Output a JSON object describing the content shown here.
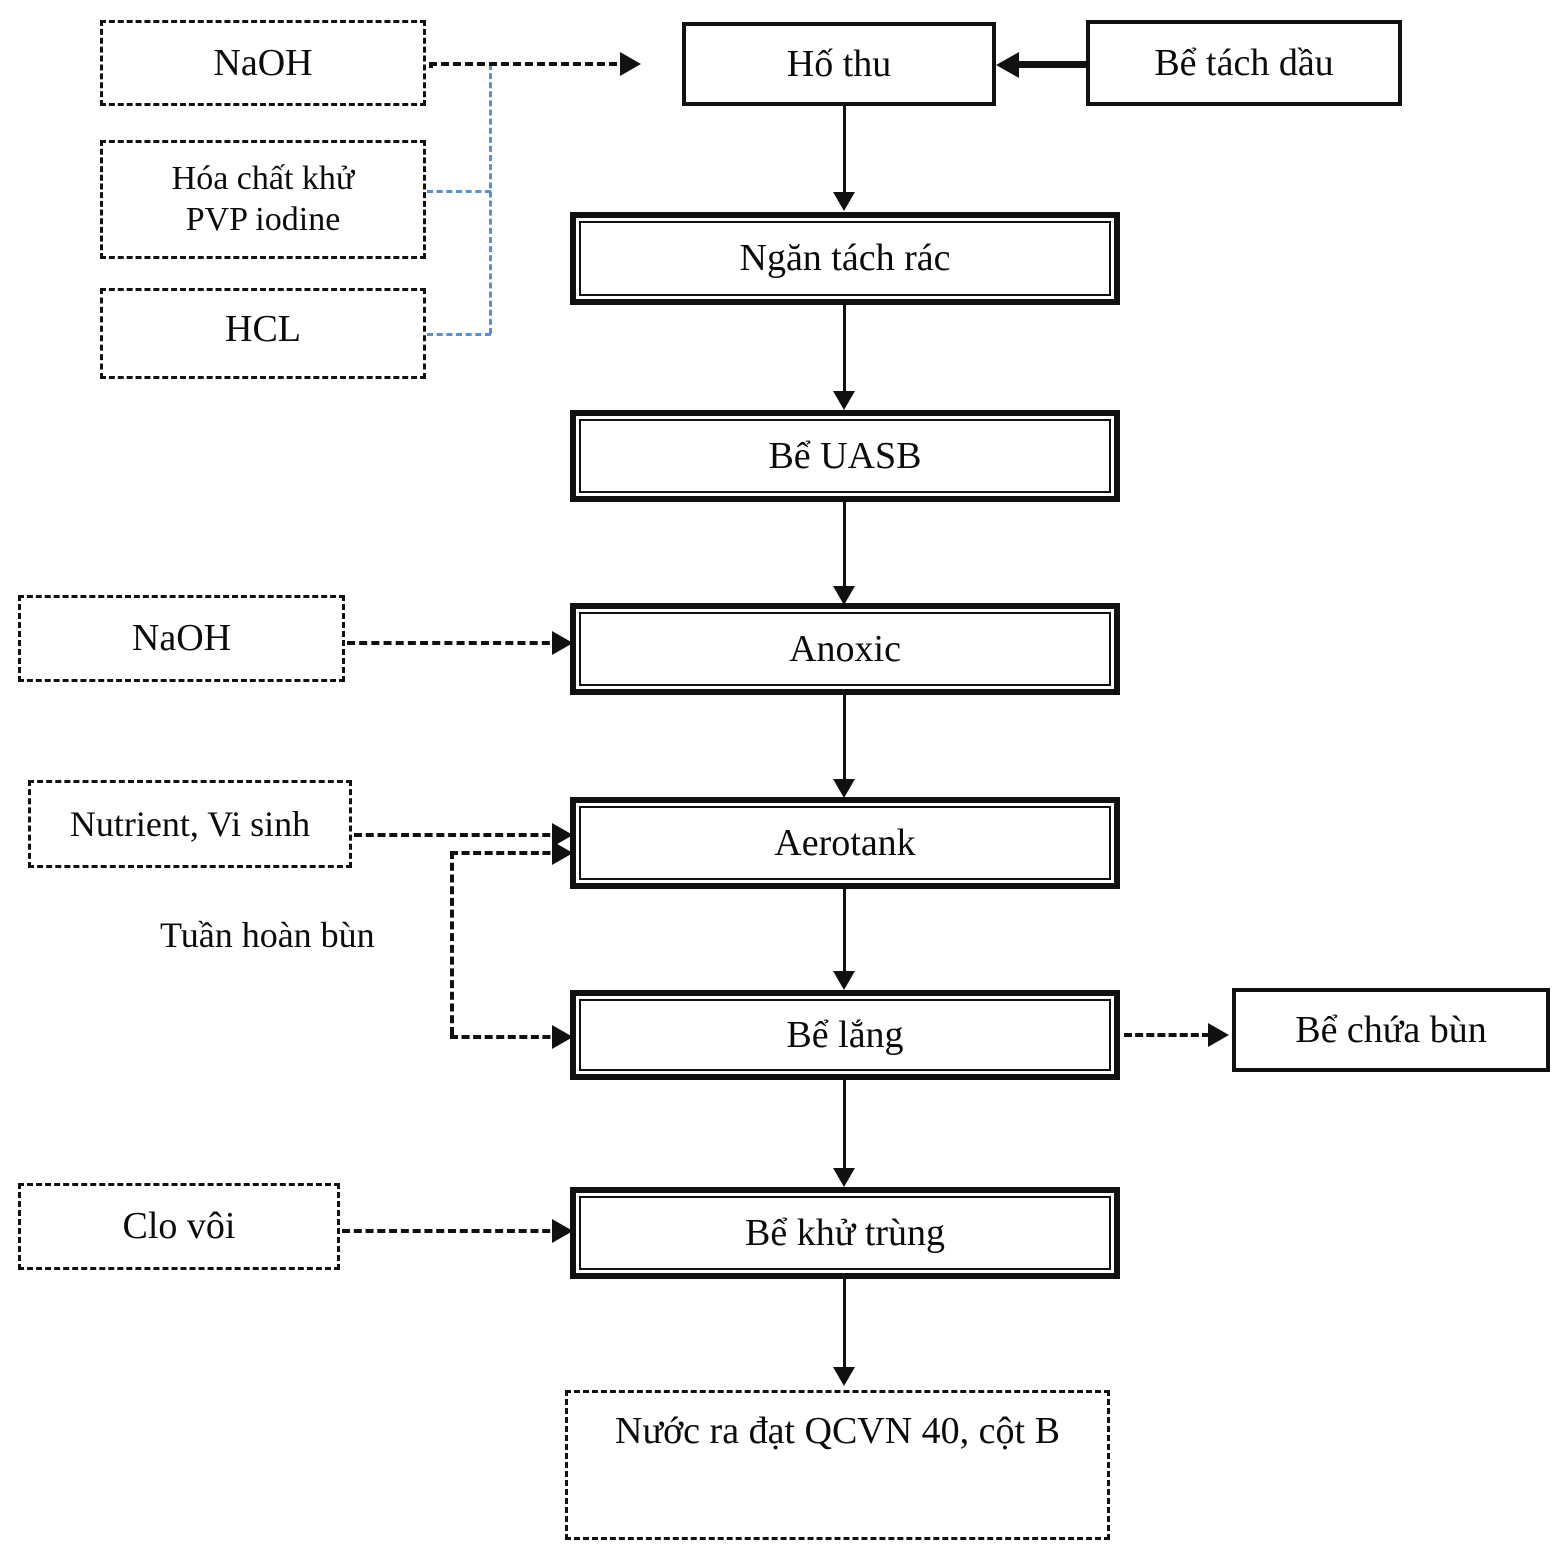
{
  "diagram": {
    "type": "process-flow",
    "language": "vi",
    "colors": {
      "stroke": "#111111",
      "chemical_link": "#5b8fd4",
      "background": "#ffffff"
    },
    "nodes": [
      {
        "id": "naoh_top",
        "label": "NaOH",
        "style": "dashed",
        "role": "chemical-dosing"
      },
      {
        "id": "pvp",
        "label": "Hóa chất khử\nPVP iodine",
        "style": "dashed",
        "role": "chemical-dosing"
      },
      {
        "id": "hcl",
        "label": "HCL",
        "style": "dashed",
        "role": "chemical-dosing"
      },
      {
        "id": "ho_thu",
        "label": "Hố thu",
        "style": "thin",
        "role": "treatment-unit"
      },
      {
        "id": "be_tach_dau",
        "label": "Bể tách dầu",
        "style": "thin",
        "role": "treatment-unit"
      },
      {
        "id": "ngan_tach_rac",
        "label": "Ngăn tách rác",
        "style": "heavy",
        "role": "treatment-unit"
      },
      {
        "id": "be_uasb",
        "label": "Bể UASB",
        "style": "heavy",
        "role": "treatment-unit"
      },
      {
        "id": "naoh_mid",
        "label": "NaOH",
        "style": "dashed",
        "role": "chemical-dosing"
      },
      {
        "id": "anoxic",
        "label": "Anoxic",
        "style": "heavy",
        "role": "treatment-unit"
      },
      {
        "id": "nutrient",
        "label": "Nutrient, Vi sinh",
        "style": "dashed",
        "role": "chemical-dosing"
      },
      {
        "id": "aerotank",
        "label": "Aerotank",
        "style": "heavy",
        "role": "treatment-unit"
      },
      {
        "id": "be_lang",
        "label": "Bể lắng",
        "style": "heavy",
        "role": "treatment-unit"
      },
      {
        "id": "be_chua_bun",
        "label": "Bể chứa bùn",
        "style": "thin",
        "role": "treatment-unit"
      },
      {
        "id": "clo_voi",
        "label": "Clo vôi",
        "style": "dashed",
        "role": "chemical-dosing"
      },
      {
        "id": "be_khu_trung",
        "label": "Bể khử trùng",
        "style": "heavy",
        "role": "treatment-unit"
      },
      {
        "id": "output",
        "label_plain": "Nước ra đạt ",
        "label_italic": "QCVN 40, cột B",
        "style": "dashed",
        "role": "output"
      }
    ],
    "captions": [
      {
        "id": "tuan_hoan_bun",
        "label": "Tuần hoàn bùn"
      }
    ],
    "edges": [
      {
        "from": "be_tach_dau",
        "to": "ho_thu",
        "line": "solid",
        "direction": "left"
      },
      {
        "from": "ho_thu",
        "to": "ngan_tach_rac",
        "line": "solid",
        "direction": "down"
      },
      {
        "from": "ngan_tach_rac",
        "to": "be_uasb",
        "line": "solid",
        "direction": "down"
      },
      {
        "from": "be_uasb",
        "to": "anoxic",
        "line": "solid",
        "direction": "down"
      },
      {
        "from": "anoxic",
        "to": "aerotank",
        "line": "solid",
        "direction": "down"
      },
      {
        "from": "aerotank",
        "to": "be_lang",
        "line": "solid",
        "direction": "down"
      },
      {
        "from": "be_lang",
        "to": "be_khu_trung",
        "line": "solid",
        "direction": "down"
      },
      {
        "from": "be_khu_trung",
        "to": "output",
        "line": "solid",
        "direction": "down"
      },
      {
        "from": "naoh_top",
        "to": "ho_thu",
        "line": "dashed",
        "direction": "right"
      },
      {
        "from": "naoh_mid",
        "to": "anoxic",
        "line": "dashed",
        "direction": "right"
      },
      {
        "from": "nutrient",
        "to": "aerotank",
        "line": "dashed",
        "direction": "right"
      },
      {
        "from": "clo_voi",
        "to": "be_khu_trung",
        "line": "dashed",
        "direction": "right"
      },
      {
        "from": "be_lang",
        "to": "be_chua_bun",
        "line": "dashed",
        "direction": "right"
      },
      {
        "from": "be_lang",
        "to": "aerotank",
        "line": "dashed",
        "direction": "recirculation",
        "label": "Tuần hoàn bùn"
      },
      {
        "from": "pvp",
        "to": "naoh_top_line",
        "line": "dashed-blue",
        "direction": "manifold"
      },
      {
        "from": "hcl",
        "to": "naoh_top_line",
        "line": "dashed-blue",
        "direction": "manifold"
      }
    ]
  }
}
